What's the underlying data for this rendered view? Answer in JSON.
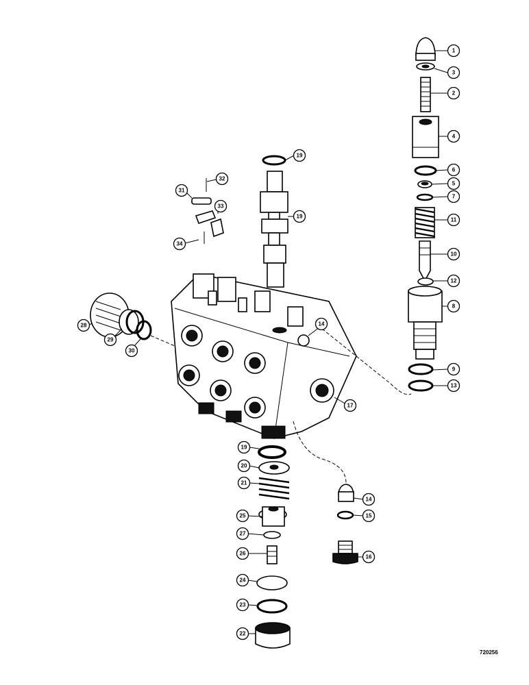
{
  "reference_number": "720256",
  "callouts": [
    "1",
    "2",
    "3",
    "4",
    "5",
    "6",
    "7",
    "8",
    "9",
    "10",
    "11",
    "12",
    "13",
    "14",
    "14",
    "15",
    "16",
    "17",
    "19",
    "19",
    "19",
    "20",
    "21",
    "22",
    "23",
    "24",
    "25",
    "26",
    "27",
    "28",
    "29",
    "30",
    "31",
    "32",
    "33",
    "34"
  ]
}
